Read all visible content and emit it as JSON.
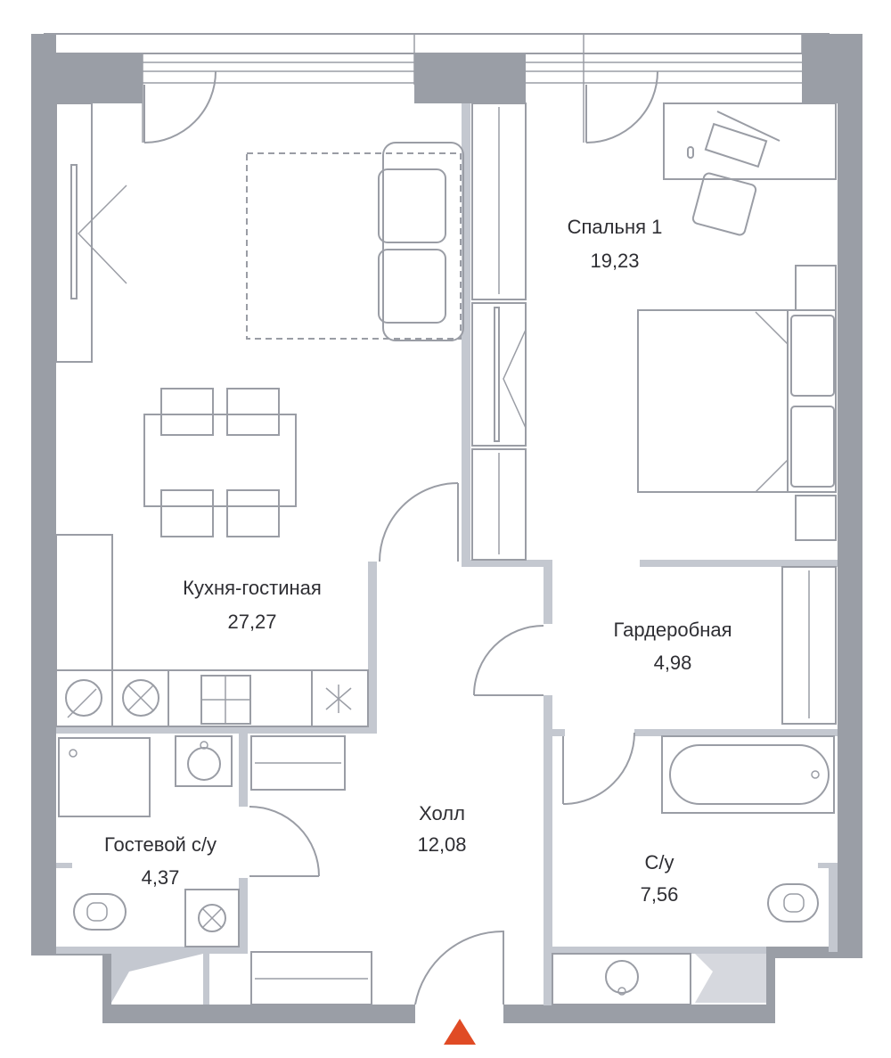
{
  "rooms": [
    {
      "name": "Спальня 1",
      "area": "19,23"
    },
    {
      "name": "Кухня-гостиная",
      "area": "27,27"
    },
    {
      "name": "Гардеробная",
      "area": "4,98"
    },
    {
      "name": "Холл",
      "area": "12,08"
    },
    {
      "name": "Гостевой с/у",
      "area": "4,37"
    },
    {
      "name": "С/у",
      "area": "7,56"
    }
  ],
  "colors": {
    "wall": "#9a9ea6",
    "partition": "#c4c8d0",
    "line": "#9a9da5",
    "entrance": "#e04b25"
  },
  "entrance_marker": "triangle-up"
}
